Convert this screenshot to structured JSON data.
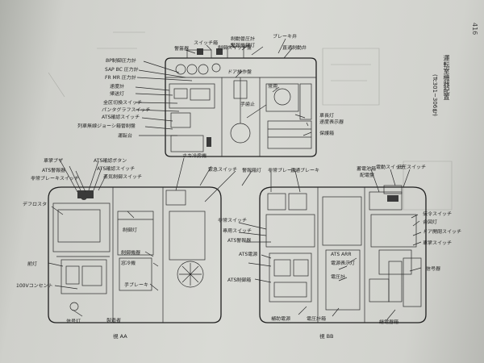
{
  "page_number": "416",
  "doc_title": "運転室機器配置",
  "doc_subtitle": "(Tc301~306号)",
  "view_a": "視 AA",
  "view_b": "視 BB",
  "labels": {
    "top_left": [
      "BP制御圧力計",
      "SAP BC 圧力計",
      "FR MR 圧力計",
      "速度計",
      "帰送灯",
      "全区切換スイッチ",
      "パンタグラフスイッチ",
      "ATS確認スイッチ",
      "列車無線ジョーシ箱管制盤",
      "運転台"
    ],
    "top_mid": [
      "警笛器",
      "スイッチ箱",
      "制御スイッチ盤",
      "制動管圧計",
      "警報機箱灯",
      "ドア操作盤"
    ],
    "top_right": [
      "ブレーキ弁",
      "手歯止",
      "直通制動弁",
      "常用",
      "車長灯",
      "速度表示器",
      "保護箱"
    ],
    "mid_left": [
      "車掌ブザ",
      "ATS警報器",
      "非常ブレーキスイッチ",
      "デフロスタ",
      "前灯",
      "100Vコンセント",
      "信号灯"
    ],
    "mid_center": [
      "ATS確認ボタン",
      "ATS確認スイッチ",
      "蒸気制御スイッチ",
      "制御灯",
      "制御機器",
      "窓冷機",
      "手ブレーキ",
      "製造者",
      "ホカ冷房機",
      "緊急スイッチ",
      "警報箱灯"
    ],
    "mid_right": [
      "非常ブレーキ",
      "直通ブレーキ",
      "非常スイッチ",
      "専用スイッチ",
      "ATS警報器",
      "ATS電源",
      "ATS制御箱",
      "ATS ARR",
      "電源表示灯",
      "電圧計",
      "低圧スイッチ",
      "伝令スイッチ",
      "合図灯",
      "ドア開閉スイッチ",
      "車掌スイッチ",
      "信号器",
      "蓄電池箱",
      "配電盤",
      "電動スイッチ",
      "継電器箱",
      "補助電源",
      "電圧計箱"
    ]
  }
}
